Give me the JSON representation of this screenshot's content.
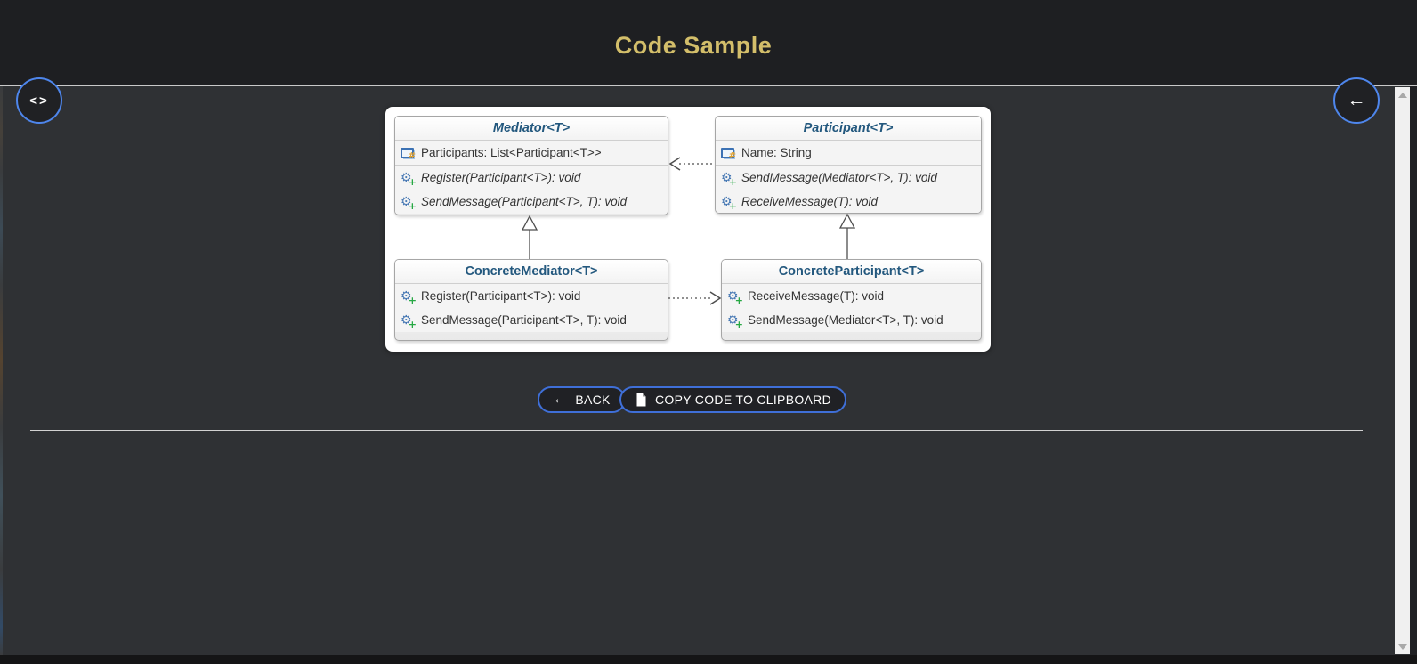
{
  "header": {
    "title": "Code Sample"
  },
  "icons": {
    "code_toggle": "<>",
    "back_arrow": "←"
  },
  "diagram": {
    "classes": [
      {
        "name": "Mediator<T>",
        "abstract": true,
        "properties": [
          {
            "text": "Participants: List<Participant<T>>"
          }
        ],
        "methods": [
          {
            "text": "Register(Participant<T>): void"
          },
          {
            "text": "SendMessage(Participant<T>, T): void"
          }
        ]
      },
      {
        "name": "Participant<T>",
        "abstract": true,
        "properties": [
          {
            "text": "Name: String"
          }
        ],
        "methods": [
          {
            "text": "SendMessage(Mediator<T>, T): void"
          },
          {
            "text": "ReceiveMessage(T): void"
          }
        ]
      },
      {
        "name": "ConcreteMediator<T>",
        "abstract": false,
        "properties": [],
        "methods": [
          {
            "text": "Register(Participant<T>): void"
          },
          {
            "text": "SendMessage(Participant<T>, T): void"
          }
        ]
      },
      {
        "name": "ConcreteParticipant<T>",
        "abstract": false,
        "properties": [],
        "methods": [
          {
            "text": "ReceiveMessage(T): void"
          },
          {
            "text": "SendMessage(Mediator<T>, T): void"
          }
        ]
      }
    ],
    "relations": [
      {
        "from": "ConcreteMediator<T>",
        "to": "Mediator<T>",
        "type": "inheritance"
      },
      {
        "from": "ConcreteParticipant<T>",
        "to": "Participant<T>",
        "type": "inheritance"
      },
      {
        "from": "Participant<T>",
        "to": "Mediator<T>",
        "type": "dashed-dependency"
      },
      {
        "from": "ConcreteMediator<T>",
        "to": "ConcreteParticipant<T>",
        "type": "dashed-dependency"
      }
    ]
  },
  "actions": {
    "back_label": "BACK",
    "copy_label": "COPY CODE TO CLIPBOARD"
  },
  "colors": {
    "accent_blue": "#3f6fd8",
    "title_gold": "#d3be6a",
    "class_name_blue": "#23587e",
    "header_bg": "#1e1f22",
    "page_bg": "#2f3134",
    "icon_gear_blue": "#4577b3",
    "icon_plus_green": "#27a844",
    "icon_hash_orange": "#e2a12f"
  }
}
